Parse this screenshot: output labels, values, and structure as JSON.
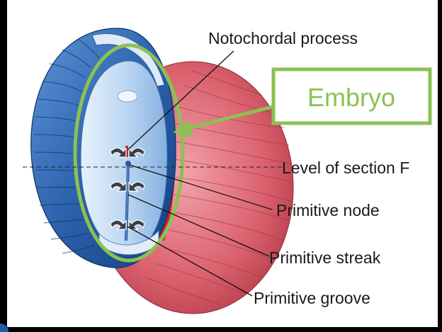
{
  "labels": {
    "notochordal_process": "Notochordal process",
    "level_of_section": "Level of section F",
    "primitive_node": "Primitive node",
    "primitive_streak": "Primitive streak",
    "primitive_groove": "Primitive groove"
  },
  "callout": {
    "text": "Embryo",
    "color": "#8cc152"
  },
  "colors": {
    "amnion_blue": "#2f6db5",
    "yolk_sac_red": "#d2525e",
    "highlight_green": "#8cc152"
  }
}
